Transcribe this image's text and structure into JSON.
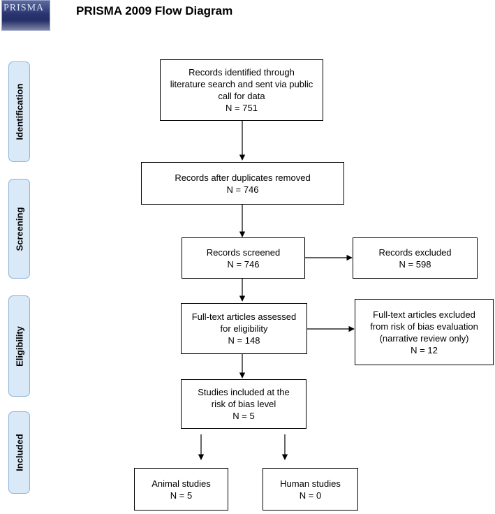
{
  "logo": {
    "text": "PRISMA"
  },
  "title": "PRISMA 2009 Flow Diagram",
  "phases": {
    "identification": "Identification",
    "screening": "Screening",
    "eligibility": "Eligibility",
    "included": "Included"
  },
  "boxes": {
    "identified": {
      "lines": [
        "Records identified through",
        "literature search and sent via public",
        "call for data"
      ],
      "n": "N = 751"
    },
    "after_duplicates": {
      "lines": [
        "Records after duplicates removed"
      ],
      "n": "N = 746"
    },
    "screened": {
      "lines": [
        "Records screened"
      ],
      "n": "N = 746"
    },
    "excluded": {
      "lines": [
        "Records excluded"
      ],
      "n": "N = 598"
    },
    "fulltext_assessed": {
      "lines": [
        "Full-text articles assessed",
        "for eligibility"
      ],
      "n": "N = 148"
    },
    "fulltext_excluded": {
      "lines": [
        "Full-text articles excluded",
        "from risk of bias evaluation",
        "(narrative review only)"
      ],
      "n": "N = 12"
    },
    "included_rob": {
      "lines": [
        "Studies included at the",
        "risk of bias level"
      ],
      "n": "N = 5"
    },
    "animal": {
      "lines": [
        "Animal studies"
      ],
      "n": "N = 5"
    },
    "human": {
      "lines": [
        "Human studies"
      ],
      "n": "N = 0"
    }
  }
}
